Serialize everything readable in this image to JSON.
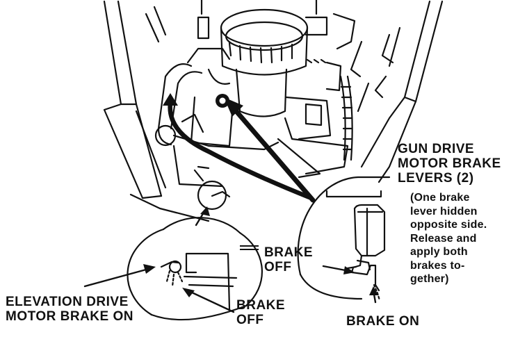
{
  "labels": {
    "gun_drive": [
      "GUN DRIVE",
      "MOTOR BRAKE",
      "LEVERS (2)"
    ],
    "gun_drive_note": [
      "(One brake",
      "lever hidden",
      "opposite side.",
      "Release and",
      "apply both",
      "brakes to-",
      "gether)"
    ],
    "brake_off_right": [
      "BRAKE",
      "OFF"
    ],
    "brake_on_right": "BRAKE ON",
    "elevation_drive": [
      "ELEVATION DRIVE",
      "MOTOR BRAKE ON"
    ],
    "brake_off_left": [
      "BRAKE",
      "OFF"
    ]
  }
}
